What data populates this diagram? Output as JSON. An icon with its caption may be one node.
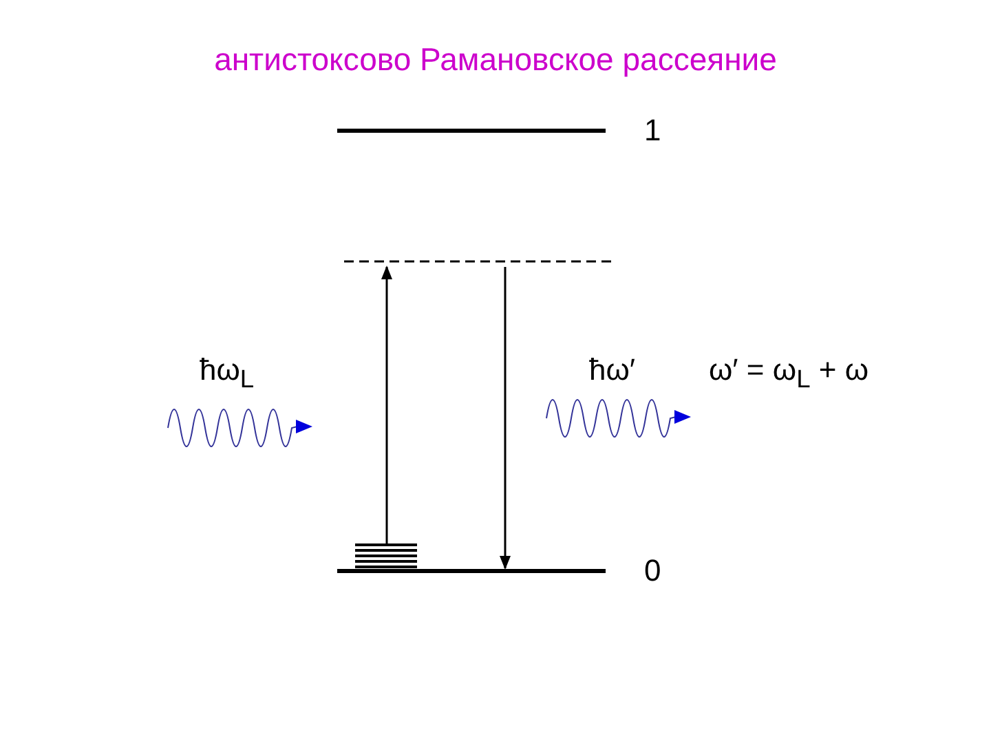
{
  "diagram": {
    "title": "антистоксово Рамановское рассеяние",
    "nodes": [
      {
        "text": [],
        "shape": "bar",
        "beside": [
          "1"
        ]
      },
      {
        "text": [],
        "shape": "bar"
      },
      {
        "text": [],
        "shape": "bar"
      },
      {
        "text": [],
        "shape": "bar",
        "beside": [
          "0"
        ]
      }
    ],
    "edges": [
      {
        "from": 2,
        "to": 1,
        "arrow": "to"
      },
      {
        "from": 1,
        "to": 3,
        "arrow": "to"
      }
    ],
    "labels": [
      "ħω$_{L}$",
      "ħω′",
      "ω′ = ω$_{L}$ + ω"
    ]
  }
}
